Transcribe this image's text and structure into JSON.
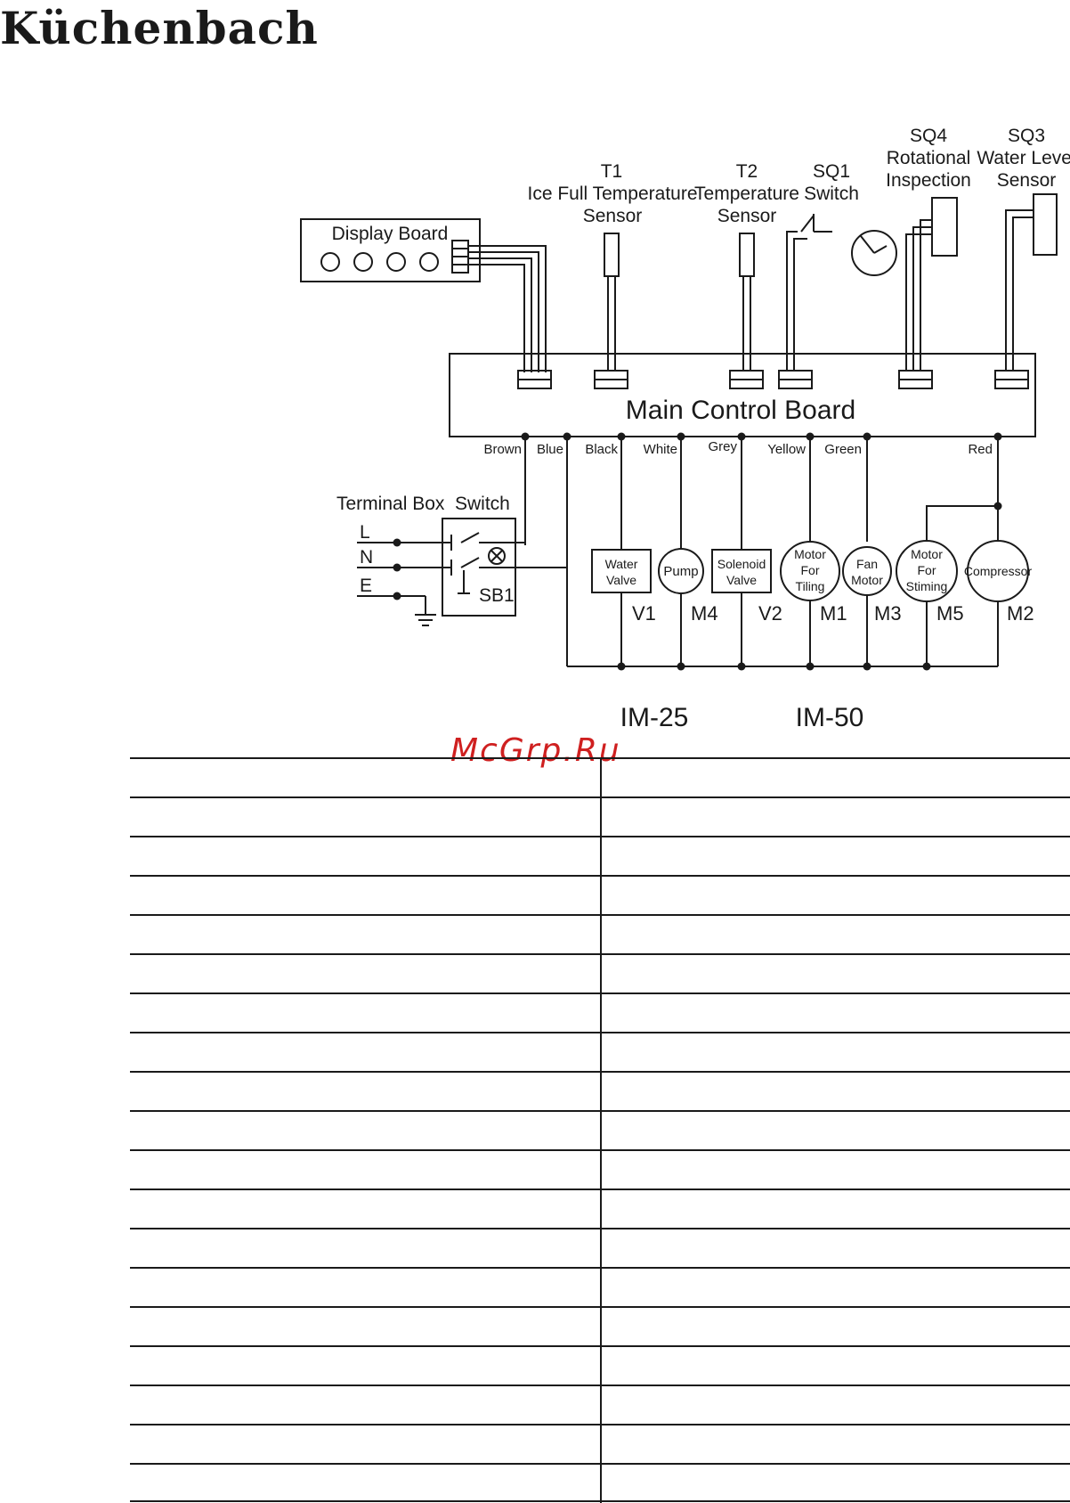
{
  "brand": "Küchenbach",
  "watermark": "McGrp.Ru",
  "diagram": {
    "display_board": "Display Board",
    "main_board": "Main Control Board",
    "sensors": {
      "t1": [
        "T1",
        "Ice Full Temperature",
        "Sensor"
      ],
      "t2": [
        "T2",
        "Temperature",
        "Sensor"
      ],
      "sq1": [
        "SQ1",
        "Switch"
      ],
      "sq4": [
        "SQ4",
        "Rotational",
        "Inspection"
      ],
      "sq3": [
        "SQ3",
        "Water Level",
        "Sensor"
      ]
    },
    "wires": [
      "Brown",
      "Blue",
      "Black",
      "White",
      "Grey",
      "Yellow",
      "Green",
      "Red"
    ],
    "terminal_box": "Terminal Box",
    "switch": "Switch",
    "terminals": [
      "L",
      "N",
      "E"
    ],
    "sb1": "SB1",
    "components": [
      {
        "line1": "Water",
        "line2": "Valve",
        "line3": "",
        "code": "V1"
      },
      {
        "line1": "Pump",
        "line2": "",
        "line3": "",
        "code": "M4"
      },
      {
        "line1": "Solenoid",
        "line2": "Valve",
        "line3": "",
        "code": "V2"
      },
      {
        "line1": "Motor",
        "line2": "For",
        "line3": "Tiling",
        "code": "M1"
      },
      {
        "line1": "Fan",
        "line2": "Motor",
        "line3": "",
        "code": "M3"
      },
      {
        "line1": "Motor",
        "line2": "For",
        "line3": "Stiming",
        "code": "M5"
      },
      {
        "line1": "Compressor",
        "line2": "",
        "line3": "",
        "code": "M2"
      }
    ],
    "models": [
      "IM-25",
      "IM-50"
    ]
  }
}
